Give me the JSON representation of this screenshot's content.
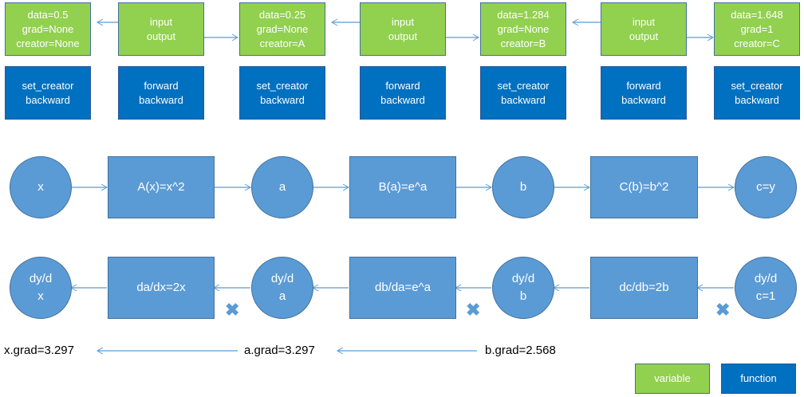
{
  "colors": {
    "variable": "#92d050",
    "function": "#0070c0",
    "node": "#5b9bd5",
    "arrow": "#5b9bd5"
  },
  "top_row": {
    "variables": [
      {
        "lines": [
          "data=0.5",
          "grad=None",
          "creator=None"
        ],
        "methods": [
          "set_creator",
          "backward"
        ]
      },
      {
        "lines": [
          "data=0.25",
          "grad=None",
          "creator=A"
        ],
        "methods": [
          "set_creator",
          "backward"
        ]
      },
      {
        "lines": [
          "data=1.284",
          "grad=None",
          "creator=B"
        ],
        "methods": [
          "set_creator",
          "backward"
        ]
      },
      {
        "lines": [
          "data=1.648",
          "grad=1",
          "creator=C"
        ],
        "methods": [
          "set_creator",
          "backward"
        ]
      }
    ],
    "functions": [
      {
        "lines": [
          "input",
          "output"
        ],
        "methods": [
          "forward",
          "backward"
        ]
      },
      {
        "lines": [
          "input",
          "output"
        ],
        "methods": [
          "forward",
          "backward"
        ]
      },
      {
        "lines": [
          "input",
          "output"
        ],
        "methods": [
          "forward",
          "backward"
        ]
      }
    ]
  },
  "forward_row": {
    "nodes": [
      "x",
      "a",
      "b",
      "c=y"
    ],
    "functions": [
      "A(x)=x^2",
      "B(a)=e^a",
      "C(b)=b^2"
    ]
  },
  "backward_row": {
    "nodes": [
      [
        "dy/d",
        "x"
      ],
      [
        "dy/d",
        "a"
      ],
      [
        "dy/d",
        "b"
      ],
      [
        "dy/d",
        "c=1"
      ]
    ],
    "functions": [
      "da/dx=2x",
      "db/da=e^a",
      "dc/db=2b"
    ],
    "multiply_icon": "✖"
  },
  "grads": [
    "x.grad=3.297",
    "a.grad=3.297",
    "b.grad=2.568"
  ],
  "legend": {
    "variable": "variable",
    "function": "function"
  }
}
